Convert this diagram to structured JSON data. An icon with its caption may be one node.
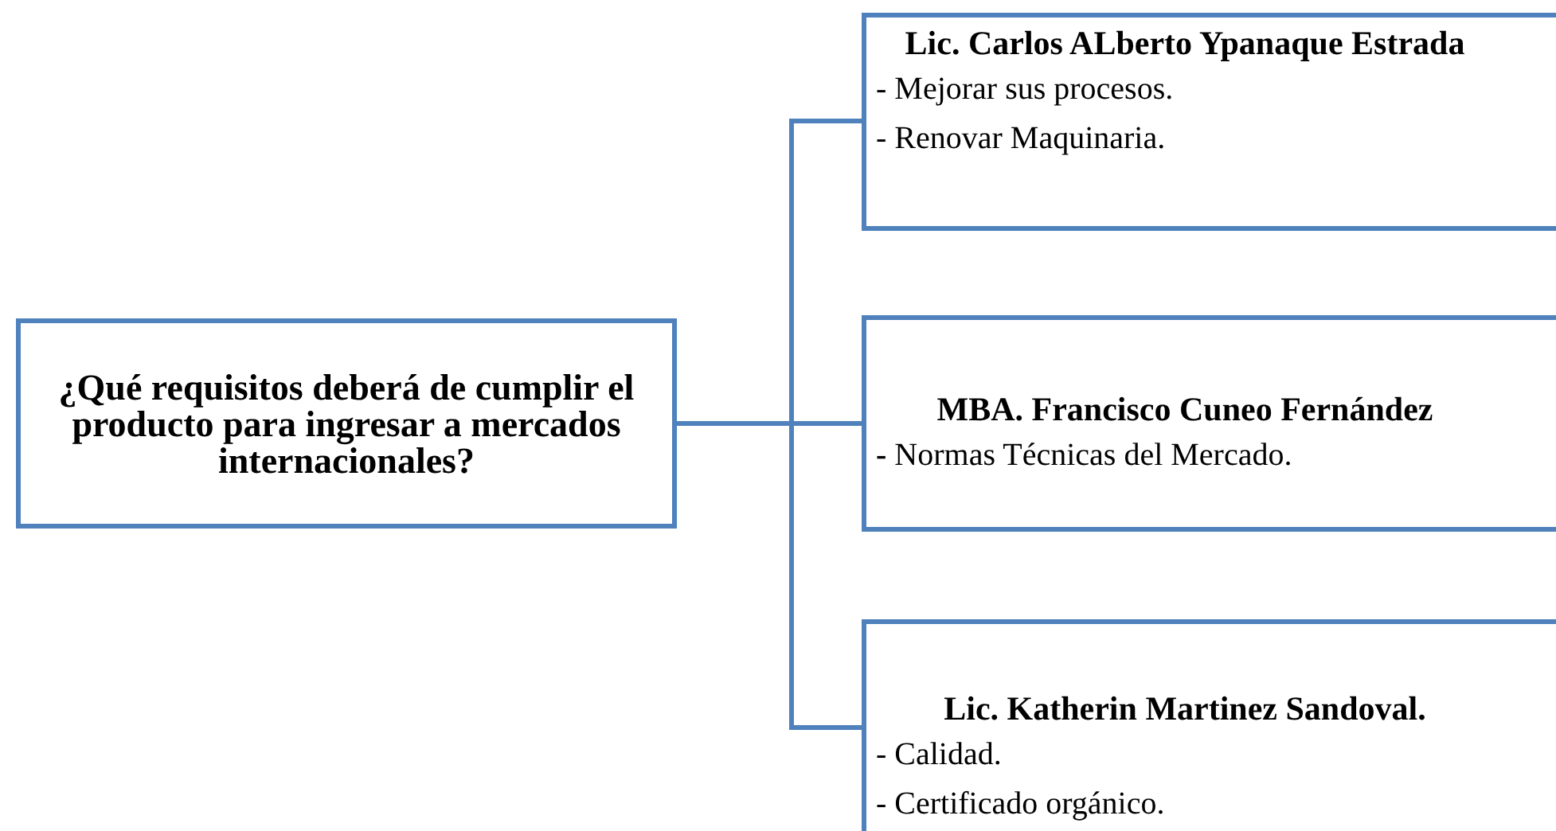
{
  "diagram": {
    "nodes": [
      {
        "text": [
          "¿Qué requisitos deberá de cumplir el producto para ingresar a mercados internacionales?"
        ]
      },
      {
        "text": [
          "Lic. Carlos ALberto Ypanaque Estrada",
          "- Mejorar sus procesos.",
          "- Renovar Maquinaria."
        ]
      },
      {
        "text": [
          "MBA. Francisco Cuneo Fernández",
          "**-** Normas Técnicas del Mercado."
        ]
      },
      {
        "text": [
          "Lic. Katherin Martinez Sandoval.",
          "- Calidad.",
          "- Certificado orgánico."
        ]
      }
    ],
    "edges": [
      {
        "from": 0,
        "to": 1,
        "arrow": "none"
      },
      {
        "from": 0,
        "to": 2,
        "arrow": "none"
      },
      {
        "from": 0,
        "to": 3,
        "arrow": "none"
      }
    ]
  }
}
